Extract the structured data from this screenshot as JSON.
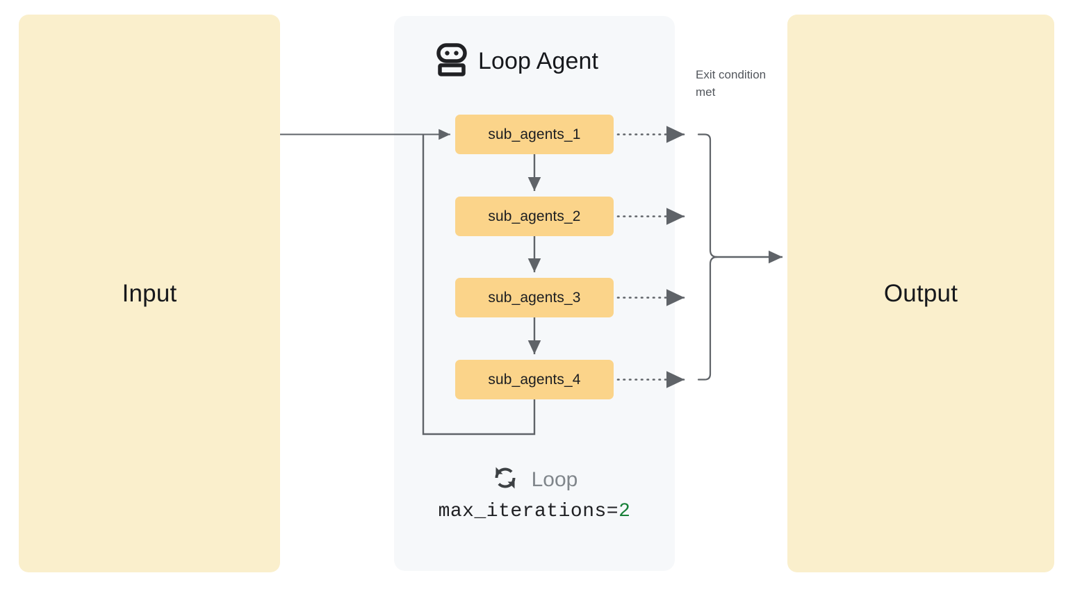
{
  "diagram": {
    "input_panel": {
      "label": "Input",
      "color": "#FAEFCC"
    },
    "output_panel": {
      "label": "Output",
      "color": "#FAEFCC"
    },
    "loop_panel": {
      "title": "Loop Agent",
      "icon": "robot-icon",
      "background": "#F6F8FA",
      "sub_agents": [
        {
          "label": "sub_agents_1"
        },
        {
          "label": "sub_agents_2"
        },
        {
          "label": "sub_agents_3"
        },
        {
          "label": "sub_agents_4"
        }
      ],
      "sub_agent_color": "#FBD48A",
      "footer": {
        "icon": "loop-refresh-icon",
        "loop_label": "Loop",
        "max_iterations_key": "max_iterations=",
        "max_iterations_value": "2",
        "value_color": "#188038"
      }
    },
    "exit_condition_label": "Exit condition met",
    "edge_color": "#5f6368"
  }
}
